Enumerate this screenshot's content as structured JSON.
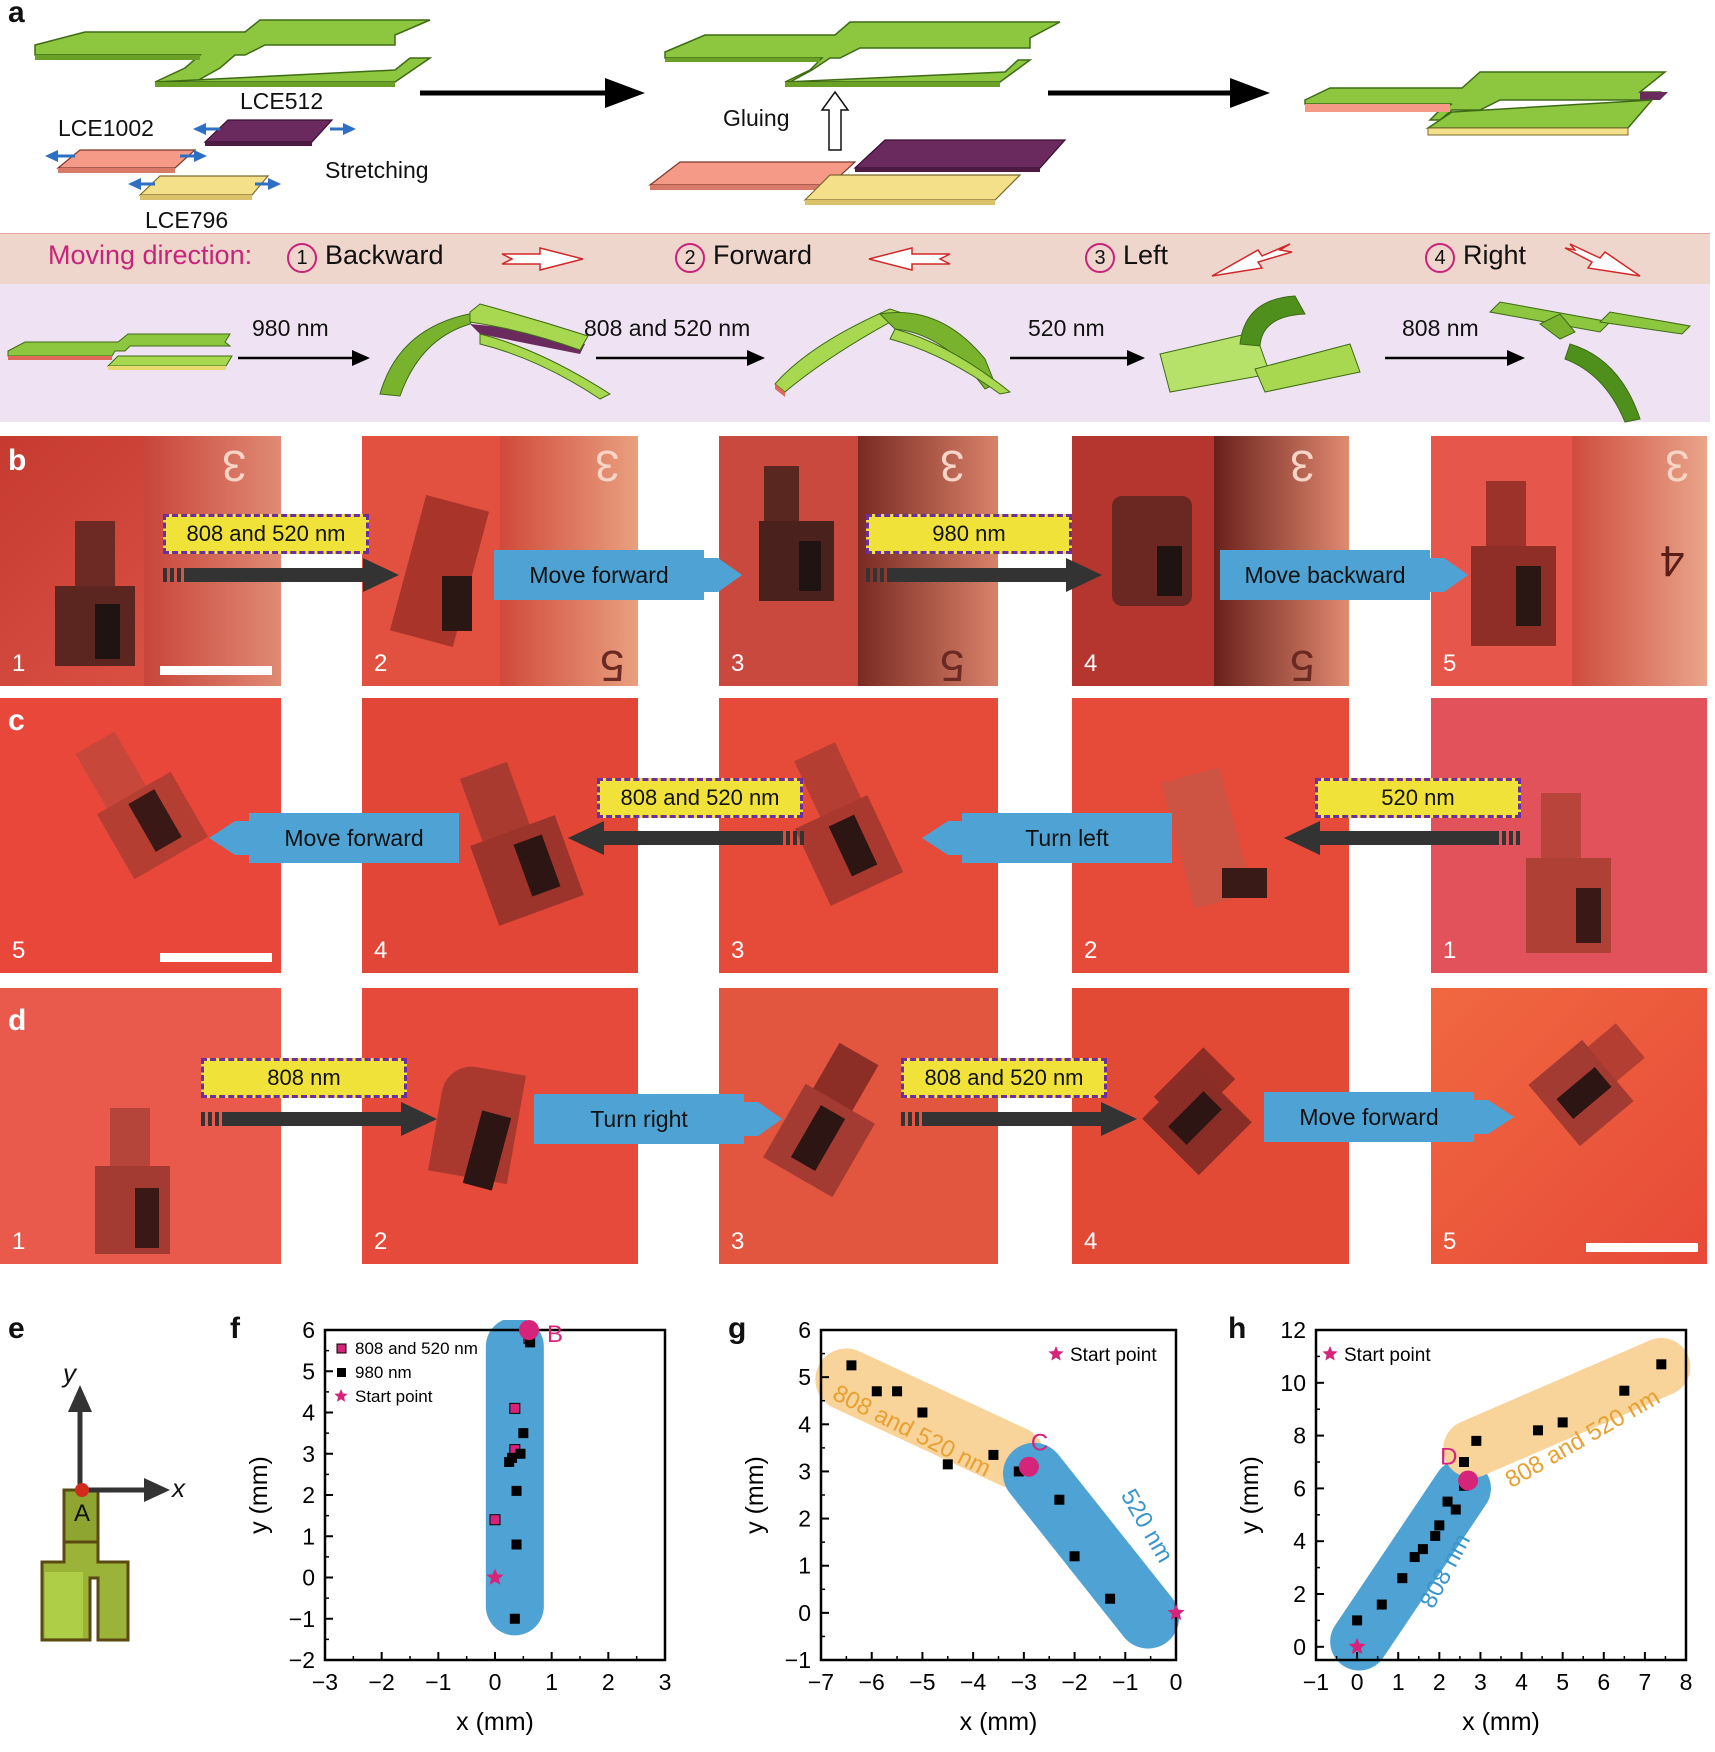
{
  "panels": {
    "a": "a",
    "b": "b",
    "c": "c",
    "d": "d",
    "e": "e",
    "f": "f",
    "g": "g",
    "h": "h"
  },
  "panel_a": {
    "lce1002": "LCE1002",
    "lce512": "LCE512",
    "lce796": "LCE796",
    "stretching": "Stretching",
    "gluing": "Gluing",
    "moving_label": "Moving direction:",
    "directions": [
      {
        "num": "1",
        "label": "Backward"
      },
      {
        "num": "2",
        "label": "Forward"
      },
      {
        "num": "3",
        "label": "Left"
      },
      {
        "num": "4",
        "label": "Right"
      }
    ],
    "wavelengths": [
      "980 nm",
      "808 and 520 nm",
      "520 nm",
      "808 nm"
    ]
  },
  "panel_b": {
    "frames": [
      "1",
      "2",
      "3",
      "4",
      "5"
    ],
    "labels": [
      "808 and 520 nm",
      "980 nm"
    ],
    "moves": [
      "Move forward",
      "Move backward"
    ],
    "ruler_digits": [
      "3",
      "3",
      "3",
      "3",
      "3",
      "4",
      "5",
      "5",
      "5"
    ]
  },
  "panel_c": {
    "frames": [
      "5",
      "4",
      "3",
      "2",
      "1"
    ],
    "labels": [
      "808 and 520 nm",
      "520 nm"
    ],
    "moves": [
      "Move forward",
      "Turn left"
    ]
  },
  "panel_d": {
    "frames": [
      "1",
      "2",
      "3",
      "4",
      "5"
    ],
    "labels": [
      "808 nm",
      "808 and 520 nm"
    ],
    "moves": [
      "Turn right",
      "Move forward"
    ]
  },
  "panel_e": {
    "y": "y",
    "x": "x",
    "point": "A"
  },
  "colors": {
    "green": "#8dc63f",
    "salmon": "#f59a87",
    "purple": "#6b2a5e",
    "cream": "#f5e08a",
    "blue_region": "#4ea3d4",
    "orange_region": "#f8d39a",
    "magenta": "#d6247a",
    "photo_red": "#e8473a"
  },
  "chart_data": [
    {
      "id": "f",
      "type": "scatter",
      "xlabel": "x (mm)",
      "ylabel": "y (mm)",
      "xlim": [
        -3,
        3
      ],
      "ylim": [
        -2,
        6
      ],
      "xticks": [
        "−3",
        "−2",
        "−1",
        "0",
        "1",
        "2",
        "3"
      ],
      "yticks": [
        "−2",
        "−1",
        "0",
        "1",
        "2",
        "3",
        "4",
        "5",
        "6"
      ],
      "legend": [
        "808 and 520 nm",
        "980 nm",
        "Start point"
      ],
      "annotation": "B",
      "series": [
        {
          "name": "808 and 520 nm",
          "points": [
            [
              0.0,
              1.4
            ],
            [
              0.35,
              3.1
            ],
            [
              0.35,
              4.1
            ],
            [
              0.6,
              5.8
            ]
          ]
        },
        {
          "name": "980 nm",
          "points": [
            [
              0.35,
              -1.0
            ],
            [
              0.38,
              0.8
            ],
            [
              0.38,
              2.1
            ],
            [
              0.25,
              2.8
            ],
            [
              0.3,
              2.9
            ],
            [
              0.45,
              3.0
            ],
            [
              0.5,
              3.5
            ],
            [
              0.62,
              5.7
            ]
          ]
        },
        {
          "name": "Start point",
          "points": [
            [
              0.0,
              0.0
            ]
          ]
        }
      ],
      "marked_point": [
        0.6,
        6.0
      ]
    },
    {
      "id": "g",
      "type": "scatter",
      "xlabel": "x (mm)",
      "ylabel": "y (mm)",
      "xlim": [
        -7,
        0
      ],
      "ylim": [
        -1,
        6
      ],
      "xticks": [
        "−7",
        "−6",
        "−5",
        "−4",
        "−3",
        "−2",
        "−1",
        "0"
      ],
      "yticks": [
        "−1",
        "0",
        "1",
        "2",
        "3",
        "4",
        "5",
        "6"
      ],
      "legend": [
        "Start point"
      ],
      "region_labels": [
        "808 and 520 nm",
        "520 nm"
      ],
      "annotation": "C",
      "series": [
        {
          "name": "808 and 520 nm",
          "points": [
            [
              -6.4,
              5.25
            ],
            [
              -5.9,
              4.7
            ],
            [
              -5.5,
              4.7
            ],
            [
              -5.0,
              4.25
            ],
            [
              -4.5,
              3.15
            ],
            [
              -3.6,
              3.35
            ],
            [
              -3.1,
              3.0
            ]
          ]
        },
        {
          "name": "520 nm",
          "points": [
            [
              -2.3,
              2.4
            ],
            [
              -2.0,
              1.2
            ],
            [
              -1.3,
              0.3
            ]
          ]
        },
        {
          "name": "Start point",
          "points": [
            [
              0.0,
              0.0
            ]
          ]
        }
      ],
      "marked_point": [
        -2.9,
        3.1
      ]
    },
    {
      "id": "h",
      "type": "scatter",
      "xlabel": "x (mm)",
      "ylabel": "y (mm)",
      "xlim": [
        -1,
        8
      ],
      "ylim": [
        -0.5,
        12
      ],
      "xticks": [
        "−1",
        "0",
        "1",
        "2",
        "3",
        "4",
        "5",
        "6",
        "7",
        "8"
      ],
      "yticks": [
        "0",
        "2",
        "4",
        "6",
        "8",
        "10",
        "12"
      ],
      "legend": [
        "Start point"
      ],
      "region_labels": [
        "808 nm",
        "808 and 520 nm"
      ],
      "annotation": "D",
      "series": [
        {
          "name": "808 nm",
          "points": [
            [
              0.0,
              1.0
            ],
            [
              0.6,
              1.6
            ],
            [
              1.1,
              2.6
            ],
            [
              1.4,
              3.4
            ],
            [
              1.6,
              3.7
            ],
            [
              1.9,
              4.2
            ],
            [
              2.0,
              4.6
            ],
            [
              2.2,
              5.5
            ],
            [
              2.4,
              5.2
            ],
            [
              2.6,
              6.1
            ]
          ]
        },
        {
          "name": "808 and 520 nm",
          "points": [
            [
              2.6,
              7.0
            ],
            [
              2.9,
              7.8
            ],
            [
              4.4,
              8.2
            ],
            [
              5.0,
              8.5
            ],
            [
              6.5,
              9.7
            ],
            [
              7.4,
              10.7
            ]
          ]
        },
        {
          "name": "Start point",
          "points": [
            [
              0.0,
              0.0
            ]
          ]
        }
      ],
      "marked_point": [
        2.7,
        6.3
      ]
    }
  ]
}
